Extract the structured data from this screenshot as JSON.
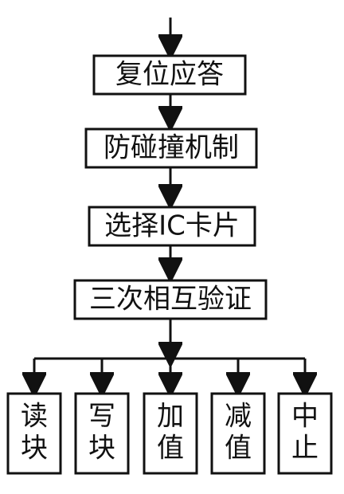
{
  "diagram": {
    "steps": [
      {
        "id": "reset-answer",
        "label": "复位应答"
      },
      {
        "id": "anti-collision",
        "label": "防碰撞机制"
      },
      {
        "id": "select-card",
        "label": "选择IC卡片"
      },
      {
        "id": "three-pass-auth",
        "label": "三次相互验证"
      }
    ],
    "operations": [
      {
        "id": "read-block",
        "label": "读块"
      },
      {
        "id": "write-block",
        "label": "写块"
      },
      {
        "id": "increment",
        "label": "加值"
      },
      {
        "id": "decrement",
        "label": "减值"
      },
      {
        "id": "halt",
        "label": "中止"
      }
    ],
    "colors": {
      "stroke": "#111111",
      "background": "#ffffff"
    }
  }
}
